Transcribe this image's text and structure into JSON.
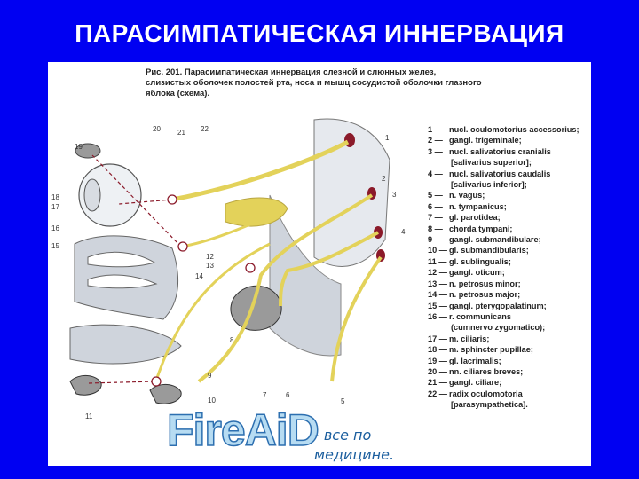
{
  "slide": {
    "title": "ПАРАСИМПАТИЧЕСКАЯ ИННЕРВАЦИЯ"
  },
  "figure": {
    "caption": "Рис. 201. Парасимпатическая иннервация слезной и слюнных желез, слизистых оболочек полостей рта, носа и мышц сосудистой оболочки глазного яблока (схема).",
    "callouts": [
      "1",
      "2",
      "3",
      "4",
      "5",
      "6",
      "7",
      "8",
      "9",
      "10",
      "11",
      "12",
      "13",
      "14",
      "15",
      "16",
      "17",
      "18",
      "19",
      "20",
      "21",
      "22"
    ],
    "legend": [
      {
        "num": "1 —",
        "text": "nucl. oculomotorius accessorius;"
      },
      {
        "num": "2 —",
        "text": "gangl. trigeminale;"
      },
      {
        "num": "3 —",
        "text": "nucl. salivatorius cranialis"
      },
      {
        "num": "",
        "text": "[salivarius superior];"
      },
      {
        "num": "4 —",
        "text": "nucl. salivatorius caudalis"
      },
      {
        "num": "",
        "text": "[salivarius inferior];"
      },
      {
        "num": "5 —",
        "text": "n. vagus;"
      },
      {
        "num": "6 —",
        "text": "n. tympanicus;"
      },
      {
        "num": "7 —",
        "text": "gl. parotidea;"
      },
      {
        "num": "8 —",
        "text": "chorda tympani;"
      },
      {
        "num": "9 —",
        "text": "gangl. submandibulare;"
      },
      {
        "num": "10 —",
        "text": "gl. submandibularis;"
      },
      {
        "num": "11 —",
        "text": "gl. sublingualis;"
      },
      {
        "num": "12 —",
        "text": "gangl. oticum;"
      },
      {
        "num": "13 —",
        "text": "n. petrosus minor;"
      },
      {
        "num": "14 —",
        "text": "n. petrosus major;"
      },
      {
        "num": "15 —",
        "text": "gangl. pterygopalatinum;"
      },
      {
        "num": "16 —",
        "text": "r. communicans"
      },
      {
        "num": "",
        "text": "(cumnervo zygomatico);"
      },
      {
        "num": "17 —",
        "text": "m. ciliaris;"
      },
      {
        "num": "18 —",
        "text": "m. sphincter pupillae;"
      },
      {
        "num": "19 —",
        "text": "gl. lacrimalis;"
      },
      {
        "num": "20 —",
        "text": "nn. ciliares breves;"
      },
      {
        "num": "21 —",
        "text": "gangl. ciliare;"
      },
      {
        "num": "22 —",
        "text": "radix oculomotoria"
      },
      {
        "num": "",
        "text": "[parasympathetica]."
      }
    ]
  },
  "watermark": {
    "logo": "FireAiD",
    "tagline": "- все по медицине."
  },
  "colors": {
    "background": "#0000f2",
    "nerve": "#e3d25a",
    "tissue": "#cfd4dc",
    "nucleus": "#8b1a2a",
    "gland": "#9a9a9a"
  }
}
